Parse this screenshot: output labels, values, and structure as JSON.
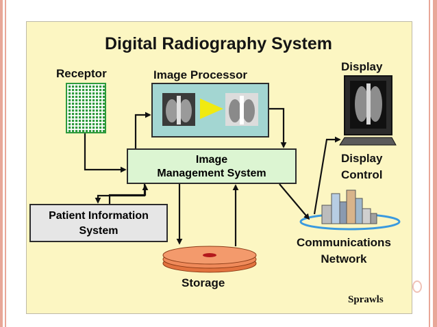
{
  "title": "Digital Radiography System",
  "labels": {
    "receptor": "Receptor",
    "image_processor": "Image Processor",
    "display": "Display",
    "display_control_line1": "Display",
    "display_control_line2": "Control",
    "ims_line1": "Image",
    "ims_line2": "Management System",
    "pis_line1": "Patient Information",
    "pis_line2": "System",
    "storage": "Storage",
    "comm_line1": "Communications",
    "comm_line2": "Network",
    "credit": "Sprawls"
  },
  "colors": {
    "panel": "#fcf6c2",
    "ims_box": "#dcf5d2",
    "pis_box": "#e6e6e6",
    "processor_box": "#a3d6d2",
    "receptor_grid": "#2e9a3c",
    "storage_disk": "#f08a5a",
    "accent_border": "#e8a798"
  }
}
